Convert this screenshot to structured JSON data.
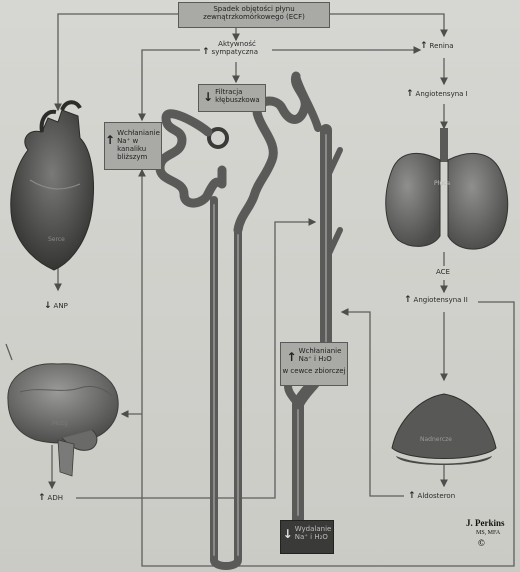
{
  "diagram": {
    "top_box": {
      "line1": "Spadek objętości płynu",
      "line2": "zewnątrzkomórkowego (ECF)"
    },
    "sympathetic": {
      "arrow": "↑",
      "line1": "Aktywność",
      "line2": "sympatyczna"
    },
    "filtration": {
      "arrow": "↓",
      "line1": "Filtracja",
      "line2": "kłębuszkowa"
    },
    "proximal": {
      "arrow": "↑",
      "line1": "Wchłanianie",
      "line2": "Na⁺ w kanaliku",
      "line3": "bliższym"
    },
    "collecting": {
      "arrow": "↑",
      "line1": "Wchłanianie",
      "line2": "Na⁺ i H₂O",
      "line3": "w cewce zbiorczej"
    },
    "renin": {
      "arrow": "↑",
      "text": "Renina"
    },
    "angiotensin1": {
      "arrow": "↑",
      "text": "Angiotensyna I"
    },
    "lungs_label": "Płuca",
    "ace": "ACE",
    "angiotensin2": {
      "arrow": "↑",
      "text": "Angiotensyna II"
    },
    "adrenal_label": "Nadnercze",
    "aldosterone": {
      "arrow": "↑",
      "text": "Aldosteron"
    },
    "heart_label": "Serce",
    "anp": {
      "arrow": "↓",
      "text": "ANP"
    },
    "brain_label": "Mózg",
    "adh": {
      "arrow": "↑",
      "text": "ADH"
    },
    "excretion": {
      "arrow": "↓",
      "line1": "Wydalanie",
      "line2": "Na⁺ i H₂O"
    },
    "signature": {
      "name": "J. Perkins",
      "credentials": "MS, MFA",
      "mark": "©"
    }
  },
  "colors": {
    "organ": "#6d6d6b",
    "organ_dark": "#3a3a3a",
    "tubule": "#6e6e6c",
    "line": "#5e5e5c",
    "box": "#a9a9a5",
    "excretion_box": "#3a3a38"
  },
  "icons": [
    "heart-illustration",
    "brain-illustration",
    "lungs-illustration",
    "adrenal-illustration",
    "nephron-illustration"
  ]
}
